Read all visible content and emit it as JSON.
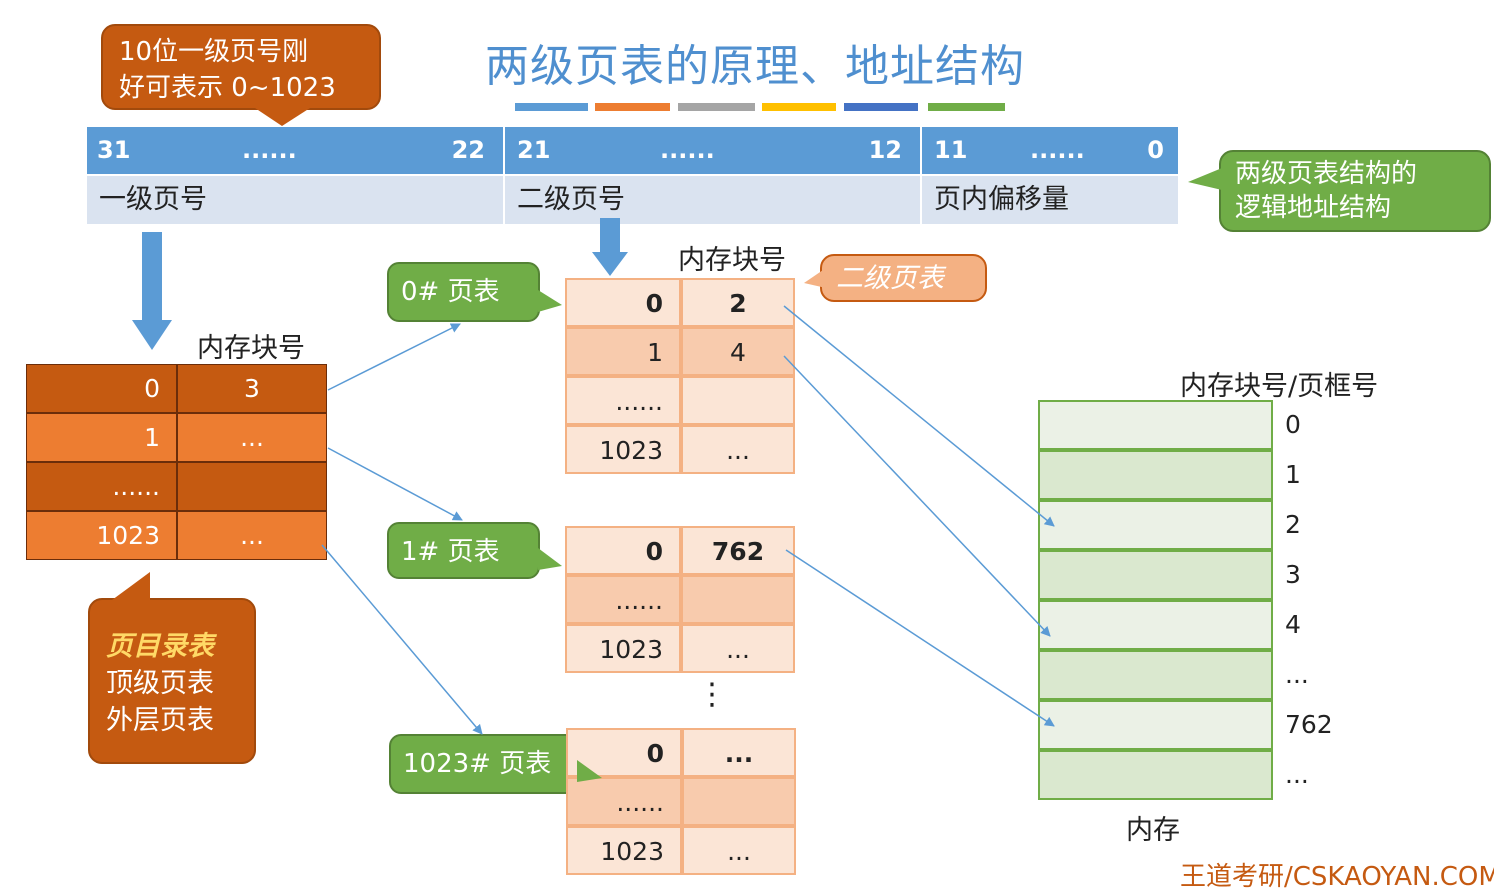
{
  "title": "两级页表的原理、地址结构",
  "title_swatches": [
    "#5b9bd5",
    "#ed7d31",
    "#a5a5a5",
    "#ffc000",
    "#4472c4",
    "#70ad47"
  ],
  "address": {
    "bits": [
      {
        "high": "31",
        "dots": "......",
        "low": "22"
      },
      {
        "high": "21",
        "dots": "......",
        "low": "12"
      },
      {
        "high": "11",
        "dots": "......",
        "low": "0"
      }
    ],
    "fields": [
      "一级页号",
      "二级页号",
      "页内偏移量"
    ]
  },
  "callouts": {
    "top_left": [
      "10位一级页号刚",
      "好可表示 0~1023"
    ],
    "logic": [
      "两级页表结构的",
      "逻辑地址结构"
    ],
    "second_level": "二级页表",
    "directory": [
      "页目录表",
      "顶级页表",
      "外层页表"
    ],
    "pt0": "0# 页表",
    "pt1": "1# 页表",
    "pt1023": "1023# 页表"
  },
  "labels": {
    "dir_header": "内存块号",
    "pt0_header": "内存块号",
    "memory_header": "内存块号/页框号",
    "memory": "内存",
    "vdots": "⋮"
  },
  "directory_table": [
    {
      "idx": "0",
      "val": "3"
    },
    {
      "idx": "1",
      "val": "..."
    },
    {
      "idx": "......",
      "val": ""
    },
    {
      "idx": "1023",
      "val": "..."
    }
  ],
  "pt0_table": [
    {
      "idx": "0",
      "val": "2"
    },
    {
      "idx": "1",
      "val": "4"
    },
    {
      "idx": "......",
      "val": ""
    },
    {
      "idx": "1023",
      "val": "..."
    }
  ],
  "pt1_table": [
    {
      "idx": "0",
      "val": "762"
    },
    {
      "idx": "......",
      "val": ""
    },
    {
      "idx": "1023",
      "val": "..."
    }
  ],
  "pt1023_table": [
    {
      "idx": "0",
      "val": "..."
    },
    {
      "idx": "......",
      "val": ""
    },
    {
      "idx": "1023",
      "val": "..."
    }
  ],
  "memory_frames": [
    "0",
    "1",
    "2",
    "3",
    "4",
    "...",
    "762",
    "..."
  ],
  "footer": "王道考研/CSKAOYAN.COM",
  "colors": {
    "blue": "#5b9bd5",
    "dir_dark": "#c55a11",
    "dir_light": "#ed7d31",
    "pt_dark": "#f8cbad",
    "pt_light": "#fbe5d6",
    "mem_dark": "#dae8cf",
    "mem_light": "#ebf1e6",
    "arrow": "#5b9bd5"
  }
}
